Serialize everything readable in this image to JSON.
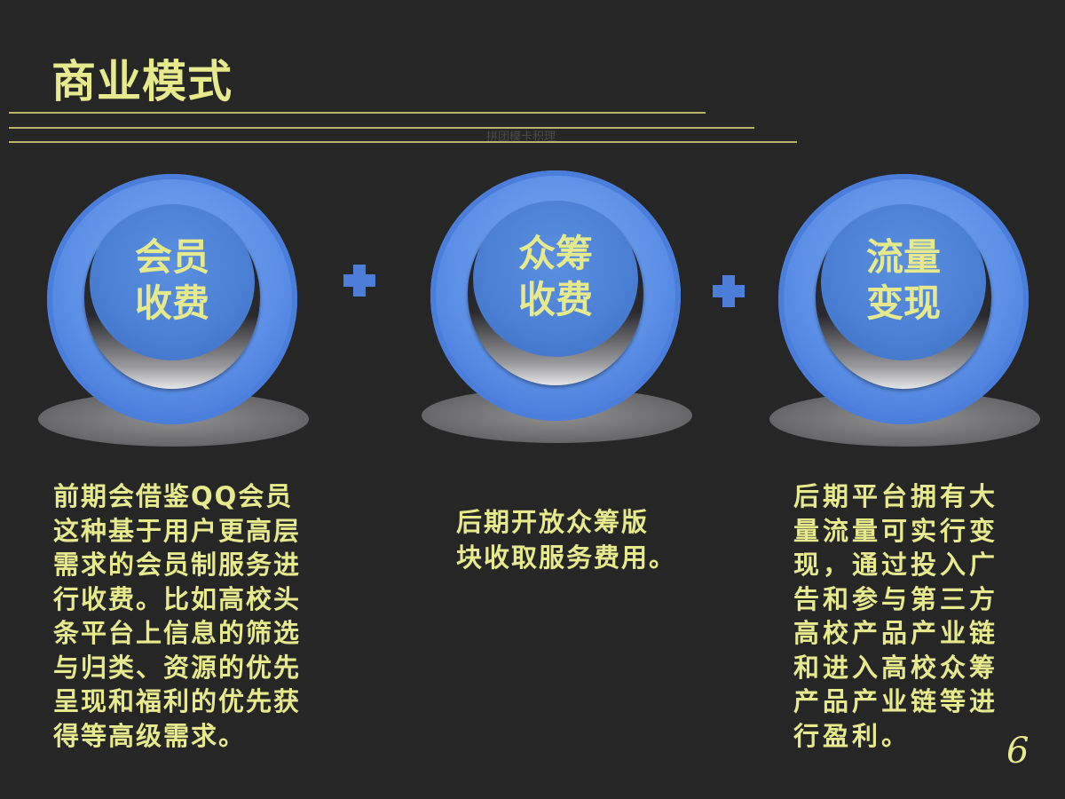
{
  "title": "商业模式",
  "subtitle_faint": "拼团模卡积理",
  "models": [
    {
      "label_line1": "会员",
      "label_line2": "收费"
    },
    {
      "label_line1": "众筹",
      "label_line2": "收费"
    },
    {
      "label_line1": "流量",
      "label_line2": "变现"
    }
  ],
  "descriptions": [
    [
      "前期会借鉴QQ会员",
      "这种基于用户更高层",
      "需求的会员制服务进",
      "行收费。比如高校头",
      "条平台上信息的筛选",
      "与归类、资源的优先",
      "呈现和福利的优先获",
      "得等高级需求。"
    ],
    [
      "后期开放众筹版",
      "块收取服务费用。"
    ],
    [
      "后期平台拥有大",
      "量流量可实行变",
      "现，通过投入广",
      "告和参与第三方",
      "高校产品产业链",
      "和进入高校众筹",
      "产品产业链等进",
      "行盈利。"
    ]
  ],
  "page_number": "6"
}
